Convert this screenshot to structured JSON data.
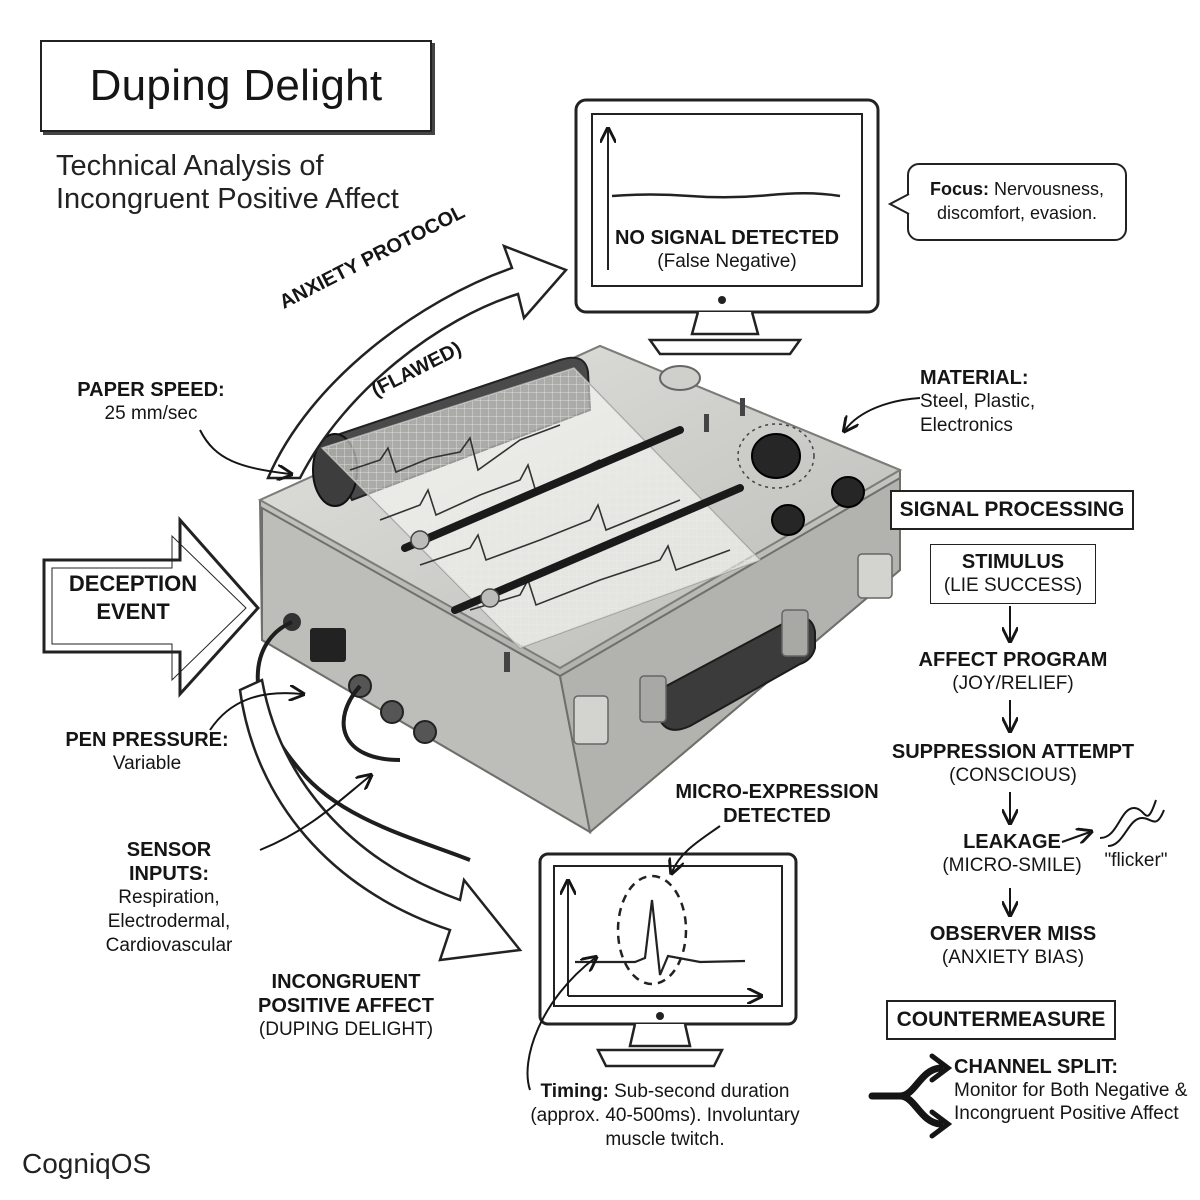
{
  "header": {
    "title": "Duping Delight",
    "subtitle": "Technical Analysis of\nIncongruent Positive Affect"
  },
  "top_monitor": {
    "status": "NO SIGNAL DETECTED",
    "note": "(False Negative)"
  },
  "focus_callout": {
    "label": "Focus:",
    "text": "Nervousness, discomfort, evasion."
  },
  "arrows": {
    "anxiety_protocol": "ANXIETY PROTOCOL",
    "flawed": "(FLAWED)",
    "deception_event": "DECEPTION EVENT"
  },
  "annotations": {
    "paper_speed": {
      "label": "PAPER SPEED:",
      "value": "25 mm/sec"
    },
    "material": {
      "label": "MATERIAL:",
      "value": "Steel, Plastic, Electronics"
    },
    "pen_pressure": {
      "label": "PEN PRESSURE:",
      "value": "Variable"
    },
    "sensor_inputs": {
      "label": "SENSOR INPUTS:",
      "value": "Respiration, Electrodermal, Cardiovascular"
    },
    "incongruent": {
      "label": "INCONGRUENT POSITIVE AFFECT",
      "value": "(DUPING DELIGHT)"
    },
    "micro_expression": {
      "label": "MICRO-EXPRESSION DETECTED"
    },
    "timing": {
      "label": "Timing:",
      "value": "Sub-second duration (approx. 40-500ms). Involuntary muscle twitch."
    }
  },
  "signal_processing": {
    "heading": "SIGNAL PROCESSING",
    "steps": [
      {
        "title": "STIMULUS",
        "sub": "(LIE SUCCESS)"
      },
      {
        "title": "AFFECT PROGRAM",
        "sub": "(JOY/RELIEF)"
      },
      {
        "title": "SUPPRESSION ATTEMPT",
        "sub": "(CONSCIOUS)"
      },
      {
        "title": "LEAKAGE",
        "sub": "(MICRO-SMILE)"
      },
      {
        "title": "OBSERVER MISS",
        "sub": "(ANXIETY BIAS)"
      }
    ],
    "flicker_label": "\"flicker\""
  },
  "countermeasure": {
    "heading": "COUNTERMEASURE",
    "title": "CHANNEL SPLIT:",
    "text": "Monitor for Both Negative & Incongruent Positive Affect"
  },
  "footer": {
    "brand": "CogniqOS"
  },
  "colors": {
    "ink": "#151515",
    "metal": "#c9c9c6",
    "paper": "#fbfbf8"
  }
}
